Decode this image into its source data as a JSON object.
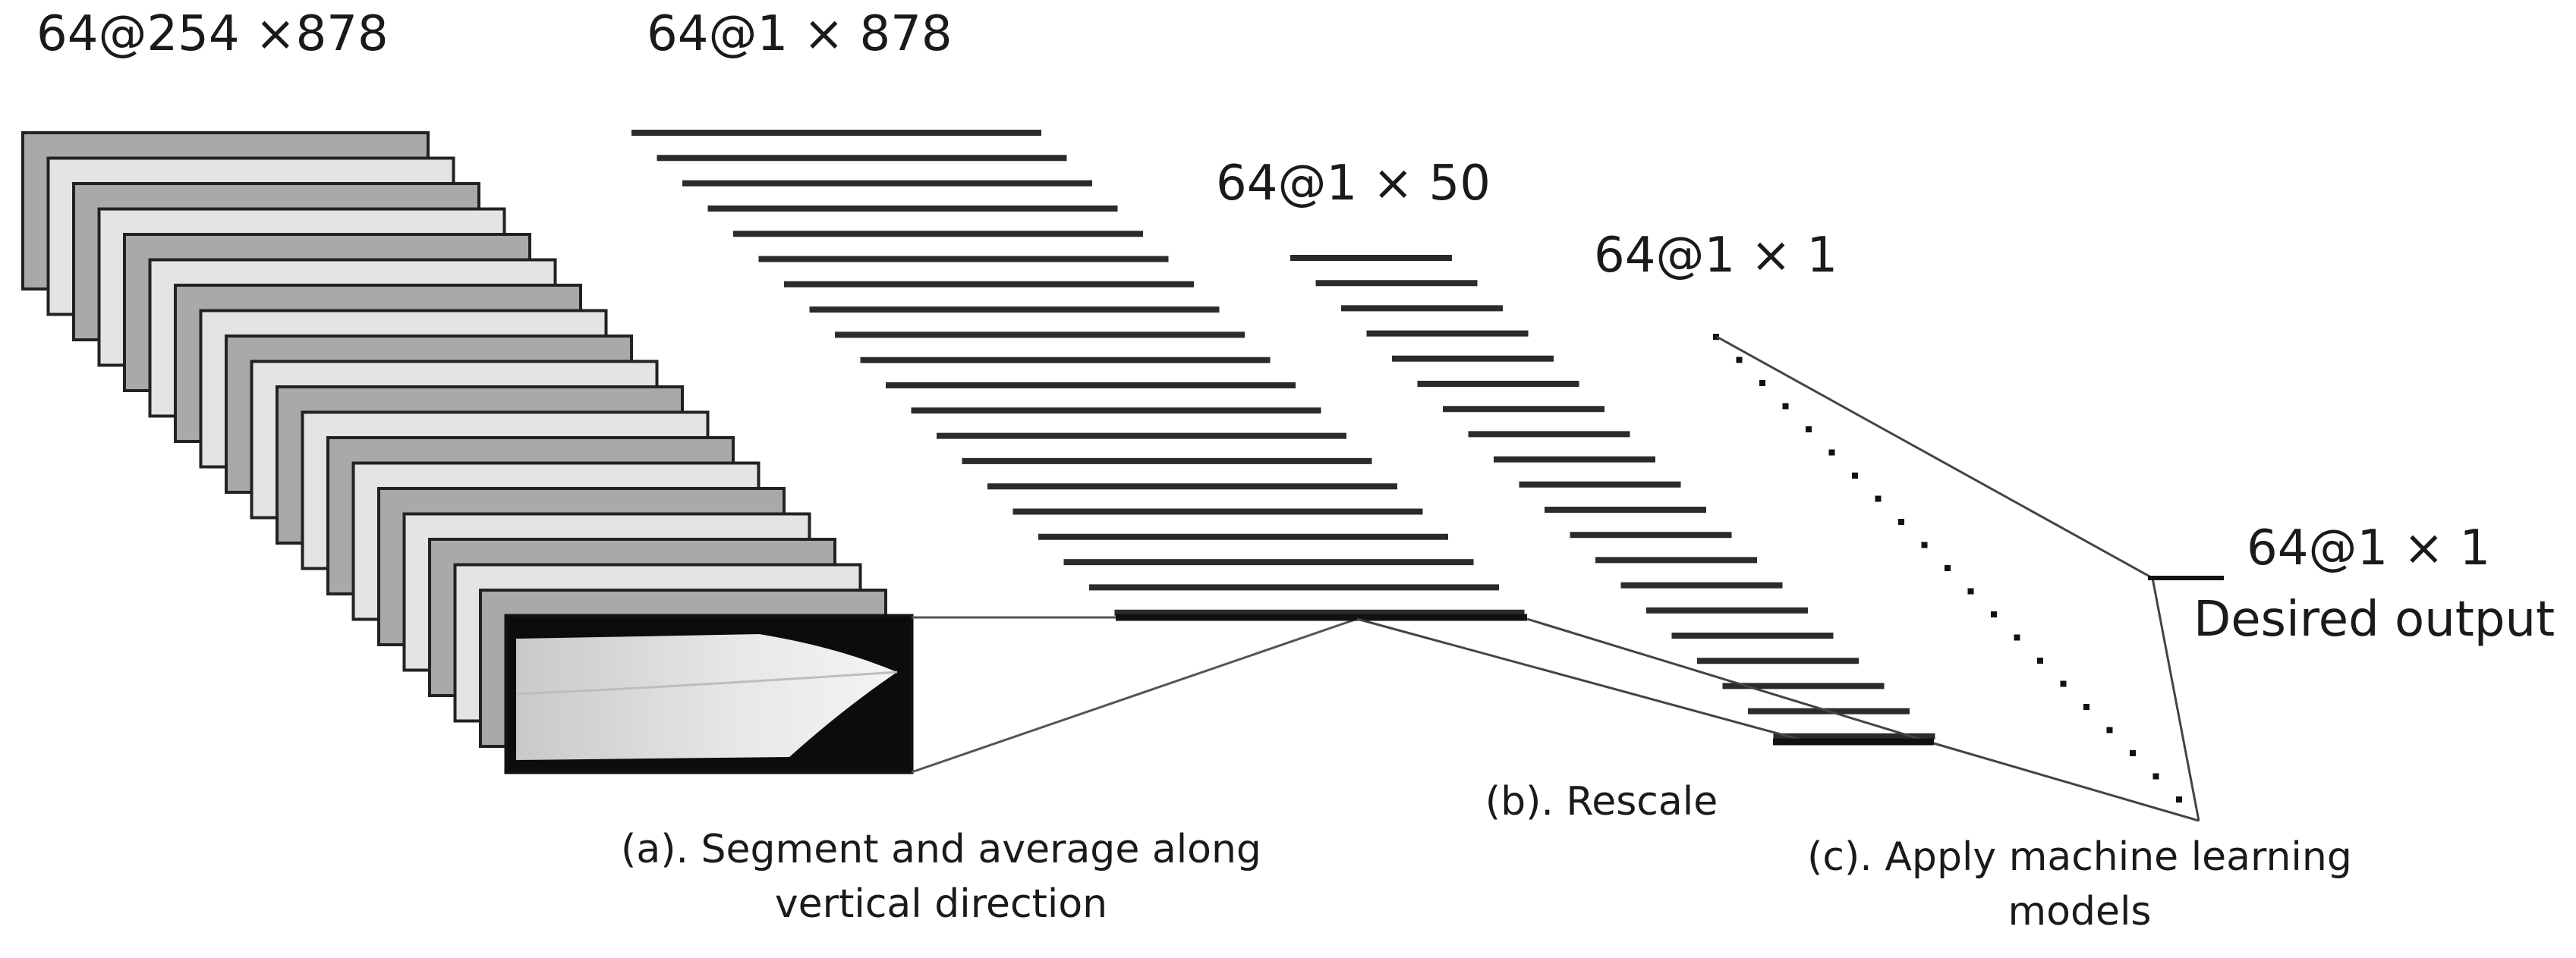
{
  "labels": {
    "input_shape": "64@254 ×878",
    "profile_shape": "64@1 × 878",
    "rescaled_shape": "64@1 × 50",
    "feature_shape": "64@1 × 1",
    "output_shape": "64@1 × 1",
    "output_name": "Desired output"
  },
  "captions": {
    "a_line1": "(a). Segment and average along",
    "a_line2": "vertical direction",
    "b": "(b). Rescale",
    "c_line1": "(c). Apply machine learning",
    "c_line2": "models"
  },
  "colors": {
    "frame_dark": "#a9a9a9",
    "frame_light": "#e4e4e4",
    "line": "#2b2b2b",
    "text": "#1a1a1a"
  }
}
